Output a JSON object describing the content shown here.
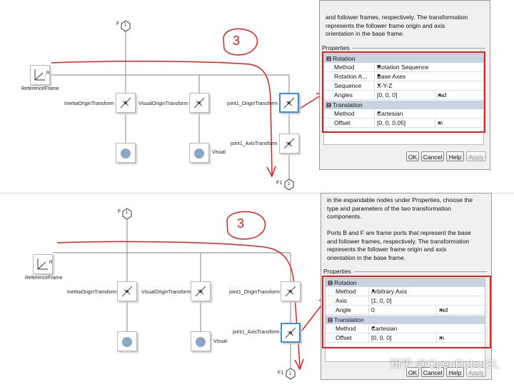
{
  "top": {
    "port_in": {
      "label": "F",
      "num": "1"
    },
    "port_out": {
      "label": "F1",
      "num": "2"
    },
    "blocks": {
      "reference_frame": "ReferenceFrame",
      "ref_port": "R",
      "inertia_origin": "InertiaOriginTransform",
      "visual_origin": "VisualOriginTransform",
      "joint_origin": "joint1_OriginTransform",
      "joint_axis": "joint1_AxisTransform",
      "visual": "Visual"
    },
    "annotation": "3",
    "dialog": {
      "description": [
        "and follower frames, respectively. The transformation",
        "represents the follower frame origin and axis",
        "orientation in the base frame."
      ],
      "properties_title": "Properties",
      "rotation": {
        "title": "Rotation",
        "rows": [
          {
            "key": "Method",
            "value": "Rotation Sequence"
          },
          {
            "key": "Rotation A...",
            "value": "Base Axes"
          },
          {
            "key": "Sequence",
            "value": "X-Y-Z"
          },
          {
            "key": "Angles",
            "value": "[0, 0, 0]",
            "unit": "rad"
          }
        ]
      },
      "translation": {
        "title": "Translation",
        "rows": [
          {
            "key": "Method",
            "value": "Cartesian"
          },
          {
            "key": "Offset",
            "value": "[0, 0, 0.05]",
            "unit": "m"
          }
        ]
      },
      "buttons": {
        "ok": "OK",
        "cancel": "Cancel",
        "help": "Help",
        "apply": "Apply"
      }
    }
  },
  "bottom": {
    "port_in": {
      "label": "F",
      "num": "1"
    },
    "port_out": {
      "label": "F1",
      "num": "2"
    },
    "blocks": {
      "reference_frame": "ReferenceFrame",
      "ref_port": "R",
      "inertia_origin": "InertiaOriginTransform",
      "visual_origin": "VisualOriginTransform",
      "joint_origin": "joint1_OriginTransform",
      "joint_axis": "joint1_AxisTransform",
      "visual": "Visual"
    },
    "annotation": "3",
    "dialog": {
      "description": [
        "in the expandable nodes under Properties, choose the",
        "type and parameters of the two transformation",
        "components.",
        "",
        "Ports B and F are frame ports that represent the base",
        "and follower frames, respectively. The transformation",
        "represents the follower frame origin and axis",
        "orientation in the base frame."
      ],
      "properties_title": "Properties",
      "rotation": {
        "title": "Rotation",
        "rows": [
          {
            "key": "Method",
            "value": "Arbitrary Axis"
          },
          {
            "key": "Axis",
            "value": "[1, 0, 0]"
          },
          {
            "key": "Angle",
            "value": "0",
            "unit": "rad"
          }
        ]
      },
      "translation": {
        "title": "Translation",
        "rows": [
          {
            "key": "Method",
            "value": "Cartesian"
          },
          {
            "key": "Offset",
            "value": "[0, 0, 0]",
            "unit": "m"
          }
        ]
      },
      "buttons": {
        "ok": "OK",
        "cancel": "Cancel",
        "help": "Help",
        "apply": "Apply"
      }
    }
  },
  "watermark": "知乎 @OpenRobotSL",
  "colors": {
    "annotation_red": "#e02020",
    "selection_blue": "#3b8fd6",
    "section_header": "#c9d4e2"
  }
}
